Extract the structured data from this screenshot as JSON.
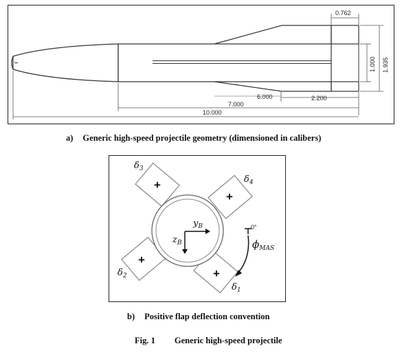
{
  "panel_a": {
    "dimensions": {
      "fin_chord": "0.762",
      "body_diameter": "1.000",
      "fin_span": "1.935",
      "boattail_start": "6.000",
      "fin_length": "2.200",
      "cylinder_end": "7.000",
      "total_length": "10.000"
    }
  },
  "caption_a": {
    "label": "a)",
    "text": "Generic high-speed projectile geometry (dimensioned in calibers)"
  },
  "panel_b": {
    "flap_labels": {
      "d1": "δ",
      "d1_sub": "1",
      "d2": "δ",
      "d2_sub": "2",
      "d3": "δ",
      "d3_sub": "3",
      "d4": "δ",
      "d4_sub": "4"
    },
    "plus_sign": "+",
    "axis_y": "y",
    "axis_y_sub": "B",
    "axis_z": "z",
    "axis_z_sub": "B",
    "angle_zero": "0°",
    "angle_symbol": "ϕ",
    "angle_sub": "MAS"
  },
  "caption_b": {
    "label": "b)",
    "text": "Positive flap deflection convention"
  },
  "figure_caption": {
    "label": "Fig. 1",
    "text": "Generic high-speed projectile"
  }
}
